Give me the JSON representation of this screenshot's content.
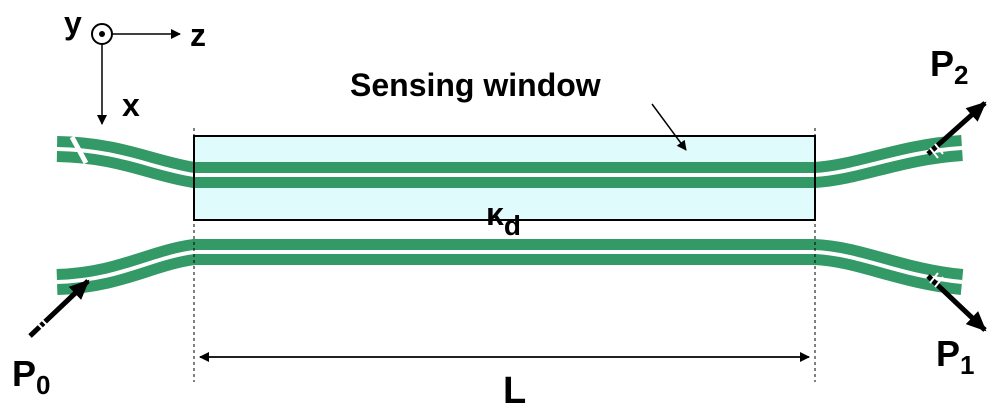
{
  "axes": {
    "y": "y",
    "z": "z",
    "x": "x"
  },
  "sensing_window": {
    "label": "Sensing window",
    "fill": "#dffbfc",
    "stroke": "#000000"
  },
  "waveguide_color": "#339966",
  "coupling": {
    "symbol": "κ",
    "subscript": "d"
  },
  "ports": {
    "p0": {
      "base": "P",
      "sub": "0"
    },
    "p1": {
      "base": "P",
      "sub": "1"
    },
    "p2": {
      "base": "P",
      "sub": "2"
    }
  },
  "length_label": "L"
}
